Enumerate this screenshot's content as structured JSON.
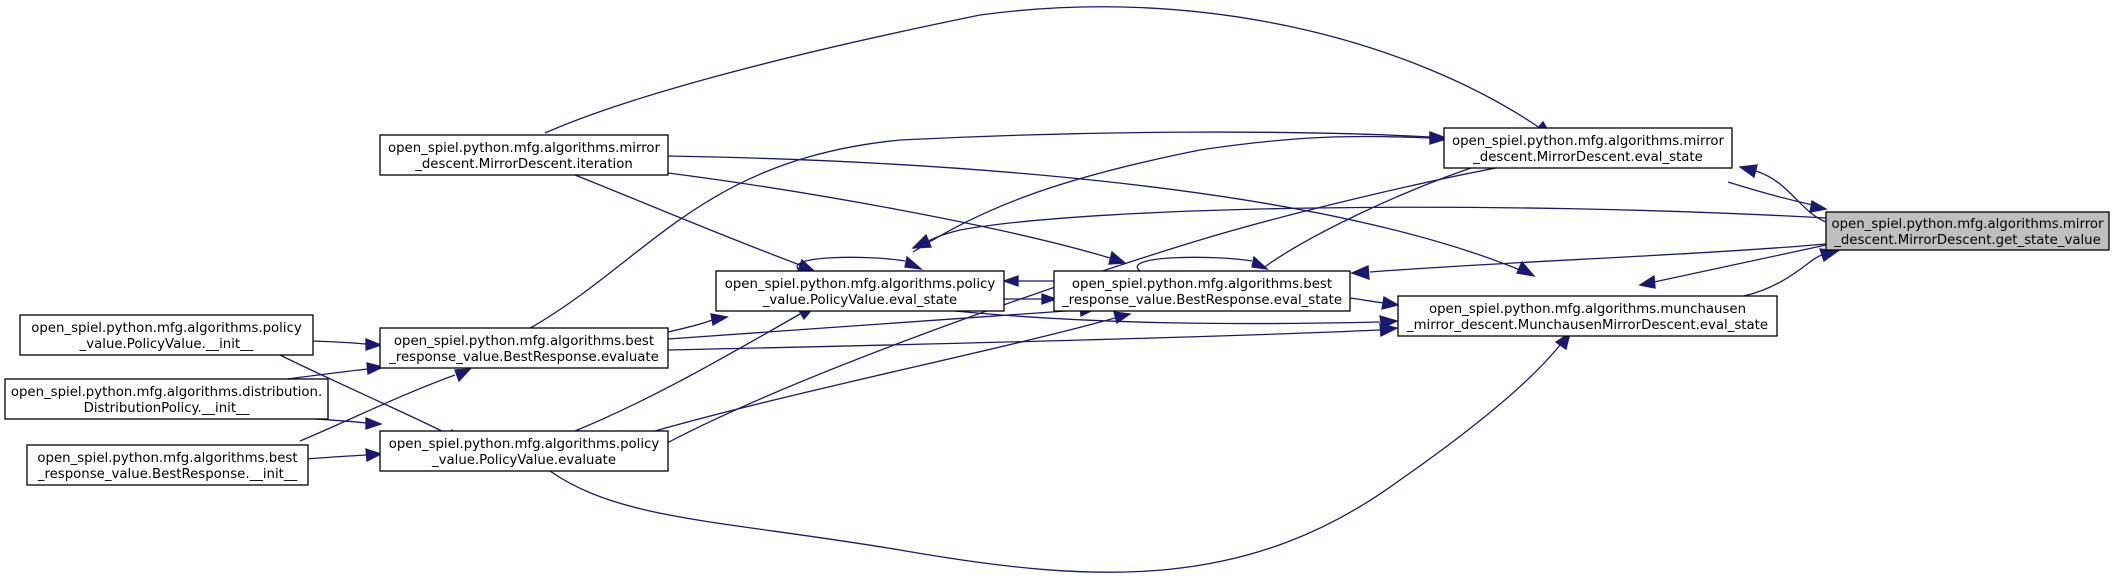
{
  "graph": {
    "nodes": [
      {
        "id": "get_state_value",
        "highlight": true,
        "lines": [
          "open_spiel.python.mfg.algorithms.mirror",
          "_descent.MirrorDescent.get_state_value"
        ]
      },
      {
        "id": "md_eval_state",
        "lines": [
          "open_spiel.python.mfg.algorithms.mirror",
          "_descent.MirrorDescent.eval_state"
        ]
      },
      {
        "id": "munchausen_eval_state",
        "lines": [
          "open_spiel.python.mfg.algorithms.munchausen",
          "_mirror_descent.MunchausenMirrorDescent.eval_state"
        ]
      },
      {
        "id": "md_iteration",
        "lines": [
          "open_spiel.python.mfg.algorithms.mirror",
          "_descent.MirrorDescent.iteration"
        ]
      },
      {
        "id": "pv_eval_state",
        "lines": [
          "open_spiel.python.mfg.algorithms.policy",
          "_value.PolicyValue.eval_state"
        ]
      },
      {
        "id": "br_eval_state",
        "lines": [
          "open_spiel.python.mfg.algorithms.best",
          "_response_value.BestResponse.eval_state"
        ]
      },
      {
        "id": "br_evaluate",
        "lines": [
          "open_spiel.python.mfg.algorithms.best",
          "_response_value.BestResponse.evaluate"
        ]
      },
      {
        "id": "pv_evaluate",
        "lines": [
          "open_spiel.python.mfg.algorithms.policy",
          "_value.PolicyValue.evaluate"
        ]
      },
      {
        "id": "pv_init",
        "lines": [
          "open_spiel.python.mfg.algorithms.policy",
          "_value.PolicyValue.__init__"
        ]
      },
      {
        "id": "dist_init",
        "lines": [
          "open_spiel.python.mfg.algorithms.distribution.",
          "DistributionPolicy.__init__"
        ]
      },
      {
        "id": "br_init",
        "lines": [
          "open_spiel.python.mfg.algorithms.best",
          "_response_value.BestResponse.__init__"
        ]
      }
    ]
  }
}
